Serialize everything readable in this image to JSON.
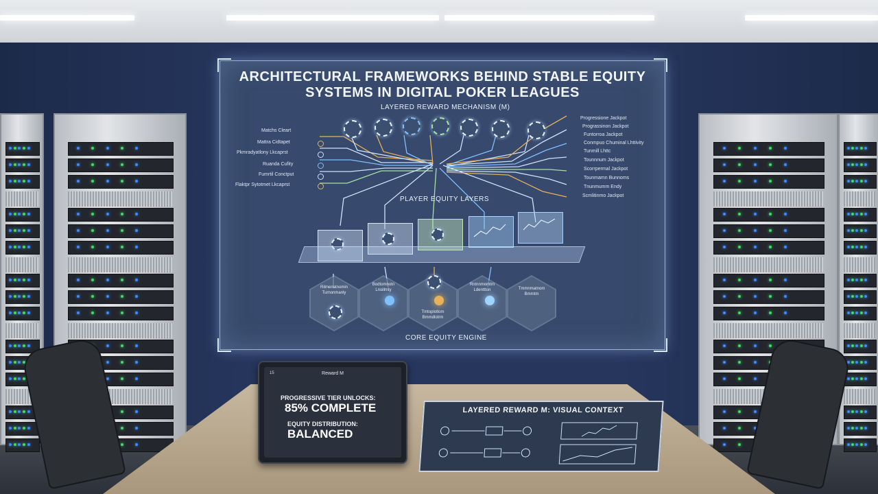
{
  "screen": {
    "title_line1": "ARCHITECTURAL FRAMEWORKS BEHIND STABLE EQUITY",
    "title_line2": "SYSTEMS IN DIGITAL POKER LEAGUES",
    "subtitle": "LAYERED REWARD MECHANISM (M)",
    "left_labels": [
      "Matchs Cleart",
      "Mattra Cidtapet",
      "Pkmradyatlony Lkcaprst",
      "Ruanda Cufity",
      "Fumrtil Conctput",
      "Flaktpr Sytotmet Lkcaprst"
    ],
    "right_labels": [
      "Progressione Jackpot",
      "Prograssinon Jackpot",
      "Funtorroa Jackpot",
      "Conmpuo Chuminal Lhttivity",
      "Tunmill Lhttc",
      "Tounnnum Jackpot",
      "Scorrpermal Jackpot",
      "Tounmamn Bunnoms",
      "Tnunmumm Endy",
      "Scmlitinmo Jackpot"
    ],
    "middle_label": "PLAYER EQUITY LAYERS",
    "footer_label": "CORE EQUITY ENGINE",
    "hex_texts": [
      [
        "Rilmenatnomin",
        "Turnonmanly"
      ],
      [
        "Bodtomnotn",
        "Lnsillmty"
      ],
      [
        "Tmtoplotlom",
        "Bmmdlotrm"
      ],
      [
        "Rntnnmomtrn",
        "Ldenttton"
      ],
      [
        "Tmmnmatnom",
        "Bmmtm"
      ]
    ],
    "colors": {
      "accent_blue": "#7fc0ff",
      "accent_gold": "#e8b25a",
      "accent_green": "#a9e3a0"
    }
  },
  "tablet": {
    "corner": "15",
    "header": "Reward M",
    "line1": "PROGRESSIVE TIER UNLOCKS:",
    "value1": "85% COMPLETE",
    "line2": "EQUITY DISTRIBUTION:",
    "value2": "BALANCED"
  },
  "poster": {
    "title": "LAYERED REWARD M: VISUAL CONTEXT"
  }
}
